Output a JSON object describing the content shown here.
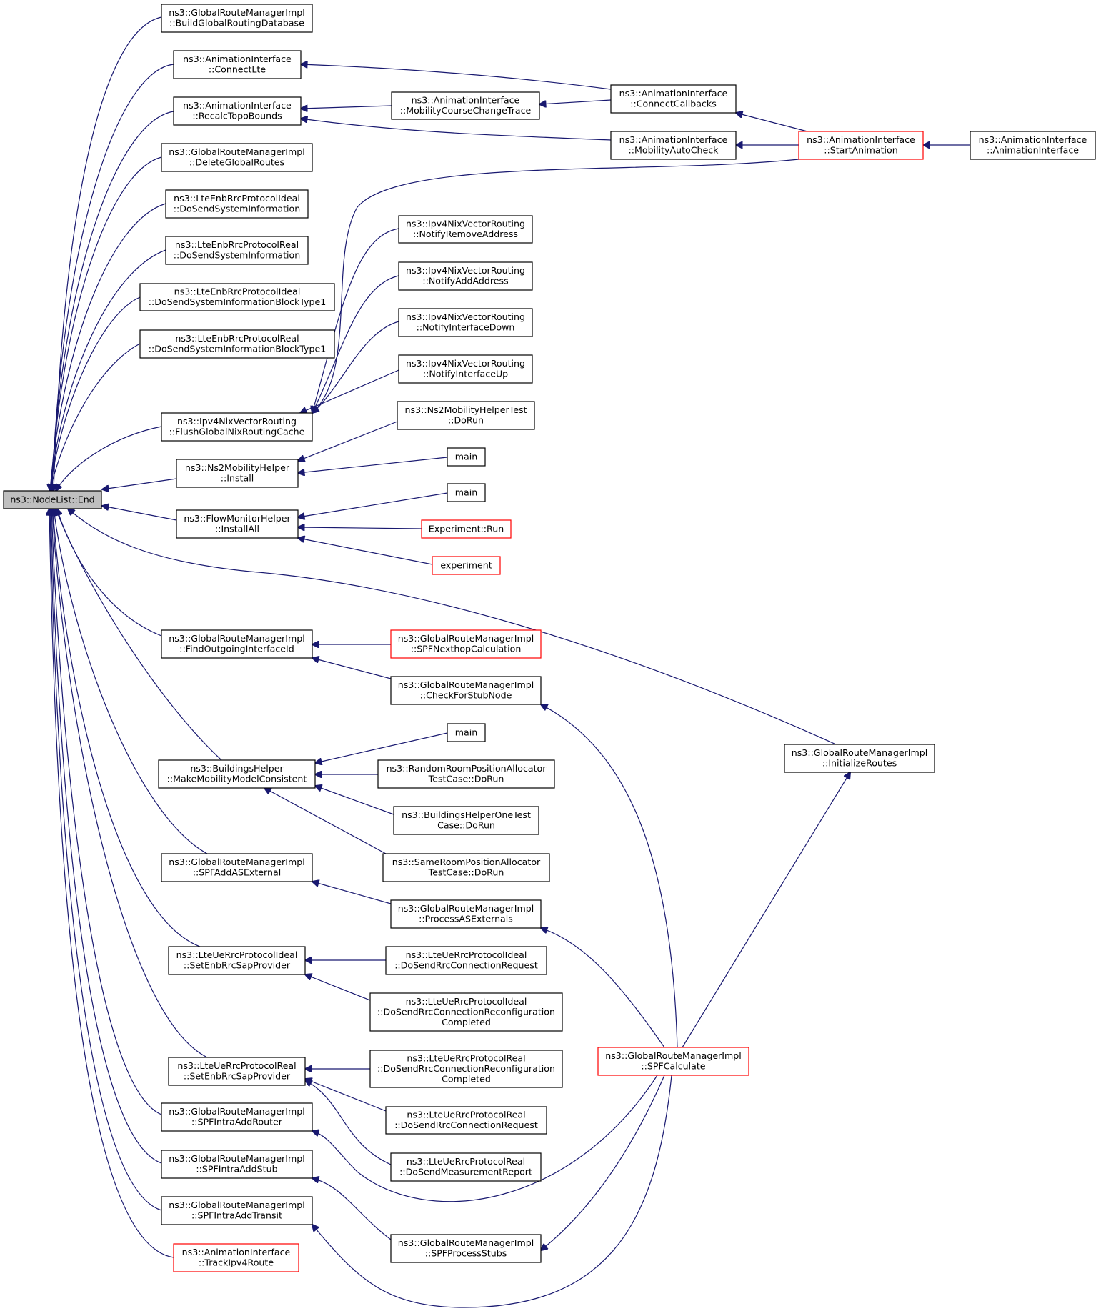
{
  "colors": {
    "edge": "#191970",
    "box_border": "#000000",
    "box_truncated": "#ff0000",
    "root_fill": "#bfbfbf"
  },
  "nodes": [
    {
      "id": "end",
      "lines": [
        "ns3::NodeList::End"
      ],
      "root": true
    },
    {
      "id": "bgrd",
      "lines": [
        "ns3::GlobalRouteManagerImpl",
        "::BuildGlobalRoutingDatabase"
      ]
    },
    {
      "id": "clte",
      "lines": [
        "ns3::AnimationInterface",
        "::ConnectLte"
      ]
    },
    {
      "id": "rtb",
      "lines": [
        "ns3::AnimationInterface",
        "::RecalcTopoBounds"
      ]
    },
    {
      "id": "dgr",
      "lines": [
        "ns3::GlobalRouteManagerImpl",
        "::DeleteGlobalRoutes"
      ]
    },
    {
      "id": "ssi_ideal",
      "lines": [
        "ns3::LteEnbRrcProtocolIdeal",
        "::DoSendSystemInformation"
      ]
    },
    {
      "id": "ssi_real",
      "lines": [
        "ns3::LteEnbRrcProtocolReal",
        "::DoSendSystemInformation"
      ]
    },
    {
      "id": "sib_ideal",
      "lines": [
        "ns3::LteEnbRrcProtocolIdeal",
        "::DoSendSystemInformationBlockType1"
      ]
    },
    {
      "id": "sib_real",
      "lines": [
        "ns3::LteEnbRrcProtocolReal",
        "::DoSendSystemInformationBlockType1"
      ]
    },
    {
      "id": "fgnrc",
      "lines": [
        "ns3::Ipv4NixVectorRouting",
        "::FlushGlobalNixRoutingCache"
      ]
    },
    {
      "id": "ns2inst",
      "lines": [
        "ns3::Ns2MobilityHelper",
        "::Install"
      ]
    },
    {
      "id": "fminst",
      "lines": [
        "ns3::FlowMonitorHelper",
        "::InstallAll"
      ]
    },
    {
      "id": "foi",
      "lines": [
        "ns3::GlobalRouteManagerImpl",
        "::FindOutgoingInterfaceId"
      ]
    },
    {
      "id": "mmmc",
      "lines": [
        "ns3::BuildingsHelper",
        "::MakeMobilityModelConsistent"
      ]
    },
    {
      "id": "spfase",
      "lines": [
        "ns3::GlobalRouteManagerImpl",
        "::SPFAddASExternal"
      ]
    },
    {
      "id": "serp_ideal",
      "lines": [
        "ns3::LteUeRrcProtocolIdeal",
        "::SetEnbRrcSapProvider"
      ]
    },
    {
      "id": "serp_real",
      "lines": [
        "ns3::LteUeRrcProtocolReal",
        "::SetEnbRrcSapProvider"
      ]
    },
    {
      "id": "spfiar",
      "lines": [
        "ns3::GlobalRouteManagerImpl",
        "::SPFIntraAddRouter"
      ]
    },
    {
      "id": "spfias",
      "lines": [
        "ns3::GlobalRouteManagerImpl",
        "::SPFIntraAddStub"
      ]
    },
    {
      "id": "spfiat",
      "lines": [
        "ns3::GlobalRouteManagerImpl",
        "::SPFIntraAddTransit"
      ]
    },
    {
      "id": "tipr",
      "lines": [
        "ns3::AnimationInterface",
        "::TrackIpv4Route"
      ],
      "red": true
    },
    {
      "id": "mcct",
      "lines": [
        "ns3::AnimationInterface",
        "::MobilityCourseChangeTrace"
      ]
    },
    {
      "id": "ccb",
      "lines": [
        "ns3::AnimationInterface",
        "::ConnectCallbacks"
      ]
    },
    {
      "id": "mac",
      "lines": [
        "ns3::AnimationInterface",
        "::MobilityAutoCheck"
      ]
    },
    {
      "id": "sa",
      "lines": [
        "ns3::AnimationInterface",
        "::StartAnimation"
      ],
      "red": true
    },
    {
      "id": "ai",
      "lines": [
        "ns3::AnimationInterface",
        "::AnimationInterface"
      ]
    },
    {
      "id": "nra",
      "lines": [
        "ns3::Ipv4NixVectorRouting",
        "::NotifyRemoveAddress"
      ]
    },
    {
      "id": "naa",
      "lines": [
        "ns3::Ipv4NixVectorRouting",
        "::NotifyAddAddress"
      ]
    },
    {
      "id": "nid",
      "lines": [
        "ns3::Ipv4NixVectorRouting",
        "::NotifyInterfaceDown"
      ]
    },
    {
      "id": "niu",
      "lines": [
        "ns3::Ipv4NixVectorRouting",
        "::NotifyInterfaceUp"
      ]
    },
    {
      "id": "ns2test",
      "lines": [
        "ns3::Ns2MobilityHelperTest",
        "::DoRun"
      ]
    },
    {
      "id": "main1",
      "lines": [
        "main"
      ]
    },
    {
      "id": "main2",
      "lines": [
        "main"
      ]
    },
    {
      "id": "exprun",
      "lines": [
        "Experiment::Run"
      ],
      "red": true
    },
    {
      "id": "experiment",
      "lines": [
        "experiment"
      ],
      "red": true
    },
    {
      "id": "spfnh",
      "lines": [
        "ns3::GlobalRouteManagerImpl",
        "::SPFNexthopCalculation"
      ],
      "red": true
    },
    {
      "id": "cfsn",
      "lines": [
        "ns3::GlobalRouteManagerImpl",
        "::CheckForStubNode"
      ]
    },
    {
      "id": "main3",
      "lines": [
        "main"
      ]
    },
    {
      "id": "rrpa",
      "lines": [
        "ns3::RandomRoomPositionAllocator",
        "TestCase::DoRun"
      ]
    },
    {
      "id": "bhot",
      "lines": [
        "ns3::BuildingsHelperOneTest",
        "Case::DoRun"
      ]
    },
    {
      "id": "srpa",
      "lines": [
        "ns3::SameRoomPositionAllocator",
        "TestCase::DoRun"
      ]
    },
    {
      "id": "pase",
      "lines": [
        "ns3::GlobalRouteManagerImpl",
        "::ProcessASExternals"
      ]
    },
    {
      "id": "dscr_ideal",
      "lines": [
        "ns3::LteUeRrcProtocolIdeal",
        "::DoSendRrcConnectionRequest"
      ]
    },
    {
      "id": "dsrcrc_ideal",
      "lines": [
        "ns3::LteUeRrcProtocolIdeal",
        "::DoSendRrcConnectionReconfiguration",
        "Completed"
      ]
    },
    {
      "id": "dsrcrc_real",
      "lines": [
        "ns3::LteUeRrcProtocolReal",
        "::DoSendRrcConnectionReconfiguration",
        "Completed"
      ]
    },
    {
      "id": "dscr_real",
      "lines": [
        "ns3::LteUeRrcProtocolReal",
        "::DoSendRrcConnectionRequest"
      ]
    },
    {
      "id": "dsmr",
      "lines": [
        "ns3::LteUeRrcProtocolReal",
        "::DoSendMeasurementReport"
      ]
    },
    {
      "id": "spfps",
      "lines": [
        "ns3::GlobalRouteManagerImpl",
        "::SPFProcessStubs"
      ]
    },
    {
      "id": "spfc",
      "lines": [
        "ns3::GlobalRouteManagerImpl",
        "::SPFCalculate"
      ],
      "red": true
    },
    {
      "id": "ir",
      "lines": [
        "ns3::GlobalRouteManagerImpl",
        "::InitializeRoutes"
      ]
    }
  ]
}
